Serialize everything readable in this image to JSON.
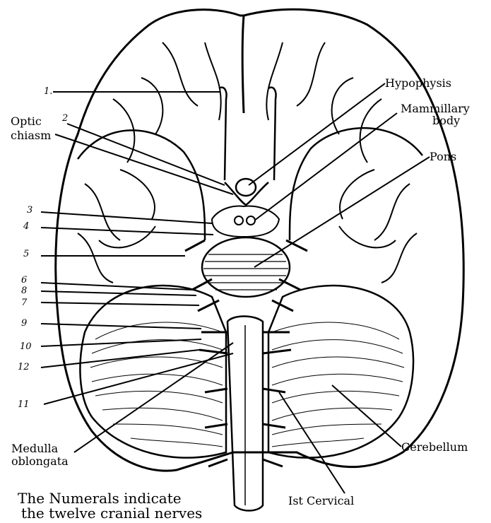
{
  "labels": {
    "hypophysis": "Hypophysis",
    "mammillary_body_line1": "Mammillary",
    "mammillary_body_line2": "body",
    "optic_chiasm_line1": "Optic",
    "optic_chiasm_line2": "chiasm",
    "pons": "Pons",
    "medulla_line1": "Medulla",
    "medulla_line2": "oblongata",
    "cerebellum": "Cerebellum",
    "first_cervical": "Ist Cervical"
  },
  "nerve_numbers": [
    "1.",
    "2",
    "3",
    "4",
    "5",
    "6",
    "8",
    "7",
    "9",
    "10",
    "12",
    "11"
  ],
  "caption": {
    "line1": "The Numerals indicate",
    "line2": "the twelve cranial nerves"
  },
  "colors": {
    "ink": "#000000",
    "paper": "#ffffff"
  }
}
